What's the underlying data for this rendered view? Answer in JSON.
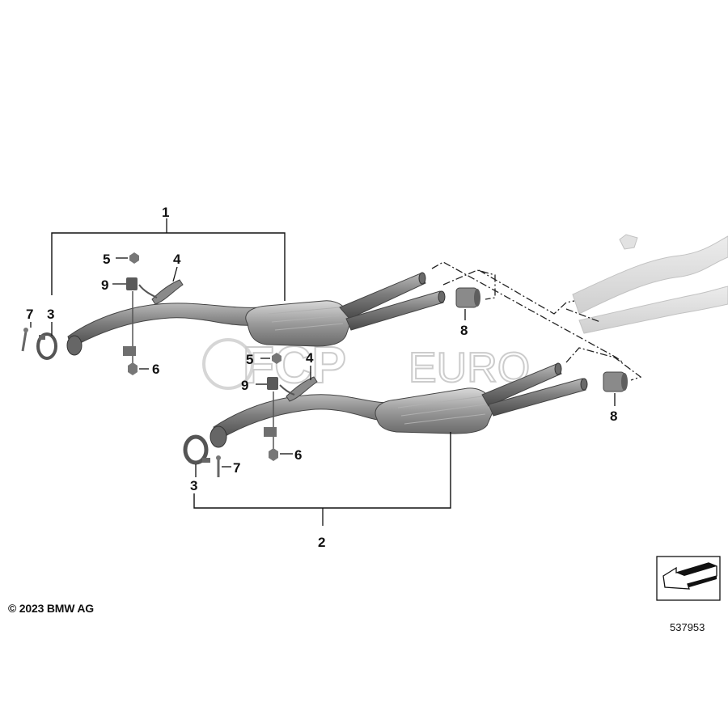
{
  "copyright": "© 2023 BMW AG",
  "diagram_id": "537953",
  "watermark": {
    "brand_left": "FCP",
    "brand_right": "EURO"
  },
  "callouts": {
    "upper": {
      "assembly": "1",
      "bolt": "7",
      "clamp": "3",
      "nut_top": "5",
      "bracket": "4",
      "mount": "9",
      "nut_bottom": "6",
      "hanger": "8"
    },
    "lower": {
      "assembly": "2",
      "bolt": "7",
      "clamp": "3",
      "nut_top": "5",
      "bracket": "4",
      "mount": "9",
      "nut_bottom": "6",
      "hanger": "8"
    }
  },
  "colors": {
    "pipe": "#7f7f7f",
    "pipe_dark": "#555555",
    "ghost": "#d6d6d6",
    "ink": "#111111"
  },
  "icons": [
    "view-direction-arrow-icon",
    "clamp-ring-icon",
    "rubber-mount-icon",
    "hex-nut-icon",
    "bolt-icon"
  ]
}
